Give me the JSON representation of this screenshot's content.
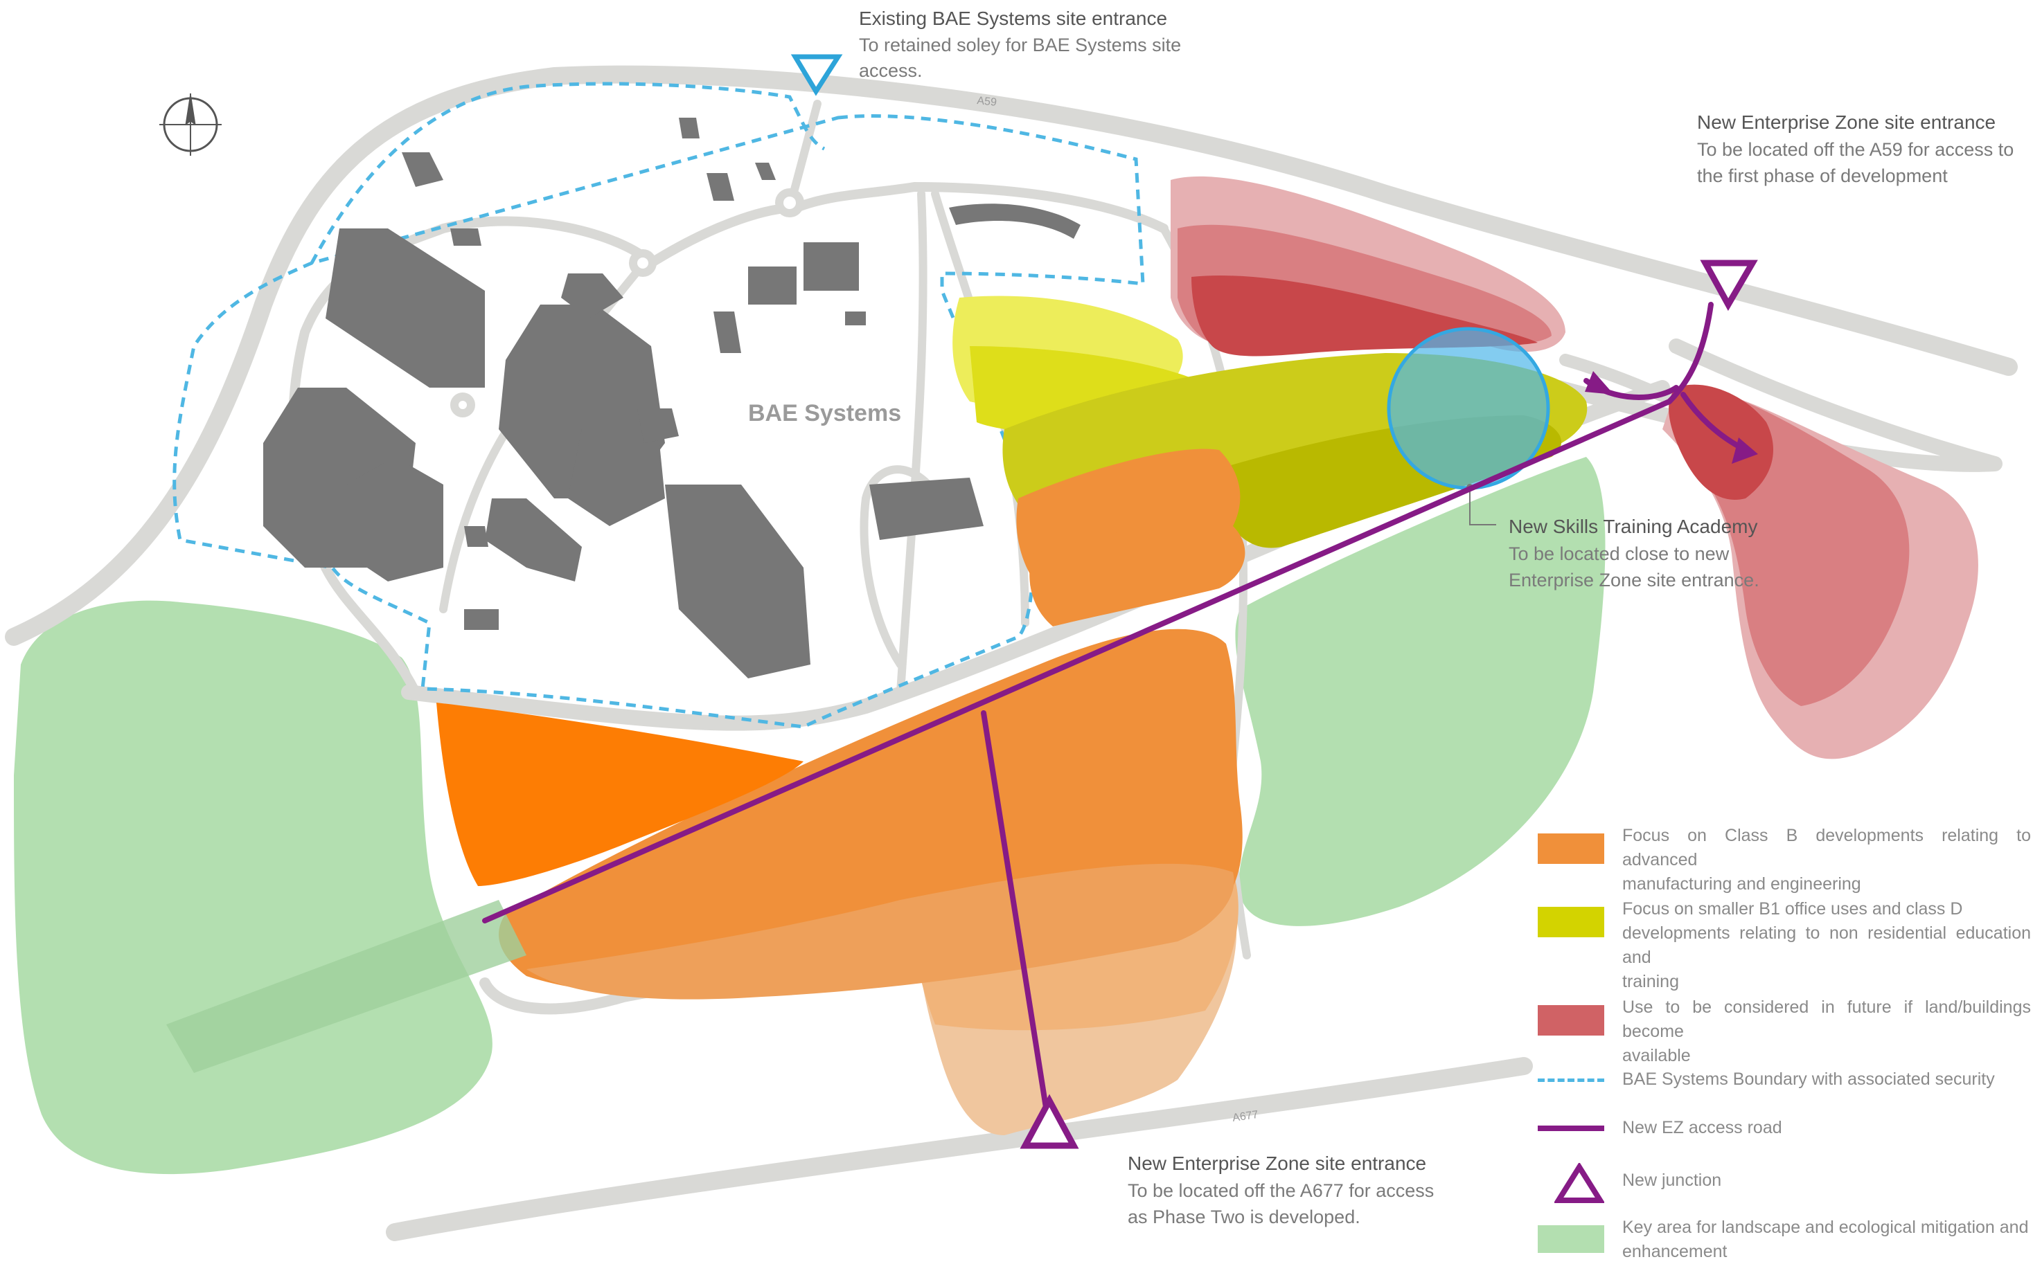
{
  "map": {
    "bae_label": "BAE Systems",
    "roads": {
      "a59": "A59",
      "a677": "A677"
    },
    "colors": {
      "road": "#d9d9d6",
      "building": "#777777",
      "landscape": "#b3dfb0",
      "class_b": "#f0903a",
      "b1_d": "#d3d300",
      "future": "#c8474a",
      "boundary": "#4fb7e3",
      "ez_road": "#861b86",
      "academy": "#4fb7ea"
    }
  },
  "callouts": {
    "existing_entrance": {
      "title": "Existing BAE Systems site entrance",
      "line1": "To retained soley for BAE Systems site",
      "line2": "access."
    },
    "ne_entrance": {
      "title": "New Enterprise Zone site entrance",
      "line1": "To be located off the A59 for access to",
      "line2": "the first phase of development"
    },
    "academy": {
      "title": "New Skills Training Academy",
      "line1": "To be located close to new",
      "line2": "Enterprise Zone site entrance."
    },
    "s_entrance": {
      "title": "New Enterprise Zone site entrance",
      "line1": "To be located off the A677 for access",
      "line2": "as Phase Two is developed."
    }
  },
  "legend": [
    {
      "type": "class-b",
      "color": "#f0903a",
      "line1": "Focus on Class B developments relating to advanced",
      "line2": "manufacturing and engineering",
      "line3": ""
    },
    {
      "type": "b1-d",
      "color": "#d3d300",
      "line1": "Focus on smaller B1 office uses and class D",
      "line2": "developments relating to non residential education and",
      "line3": "training"
    },
    {
      "type": "future",
      "color": "#c8474a",
      "line1": "Use to be considered in future if land/buildings become",
      "line2": "available",
      "line3": ""
    },
    {
      "type": "boundary",
      "color": "#4fb7e3",
      "line1": "BAE Systems Boundary with associated security",
      "line2": "",
      "line3": ""
    },
    {
      "type": "ez-road",
      "color": "#861b86",
      "line1": "New EZ access road",
      "line2": "",
      "line3": ""
    },
    {
      "type": "junction",
      "color": "#861b86",
      "line1": "New junction",
      "line2": "",
      "line3": ""
    },
    {
      "type": "landscape",
      "color": "#b3dfb0",
      "line1": "Key area for landscape and ecological mitigation and",
      "line2": "enhancement",
      "line3": ""
    }
  ]
}
